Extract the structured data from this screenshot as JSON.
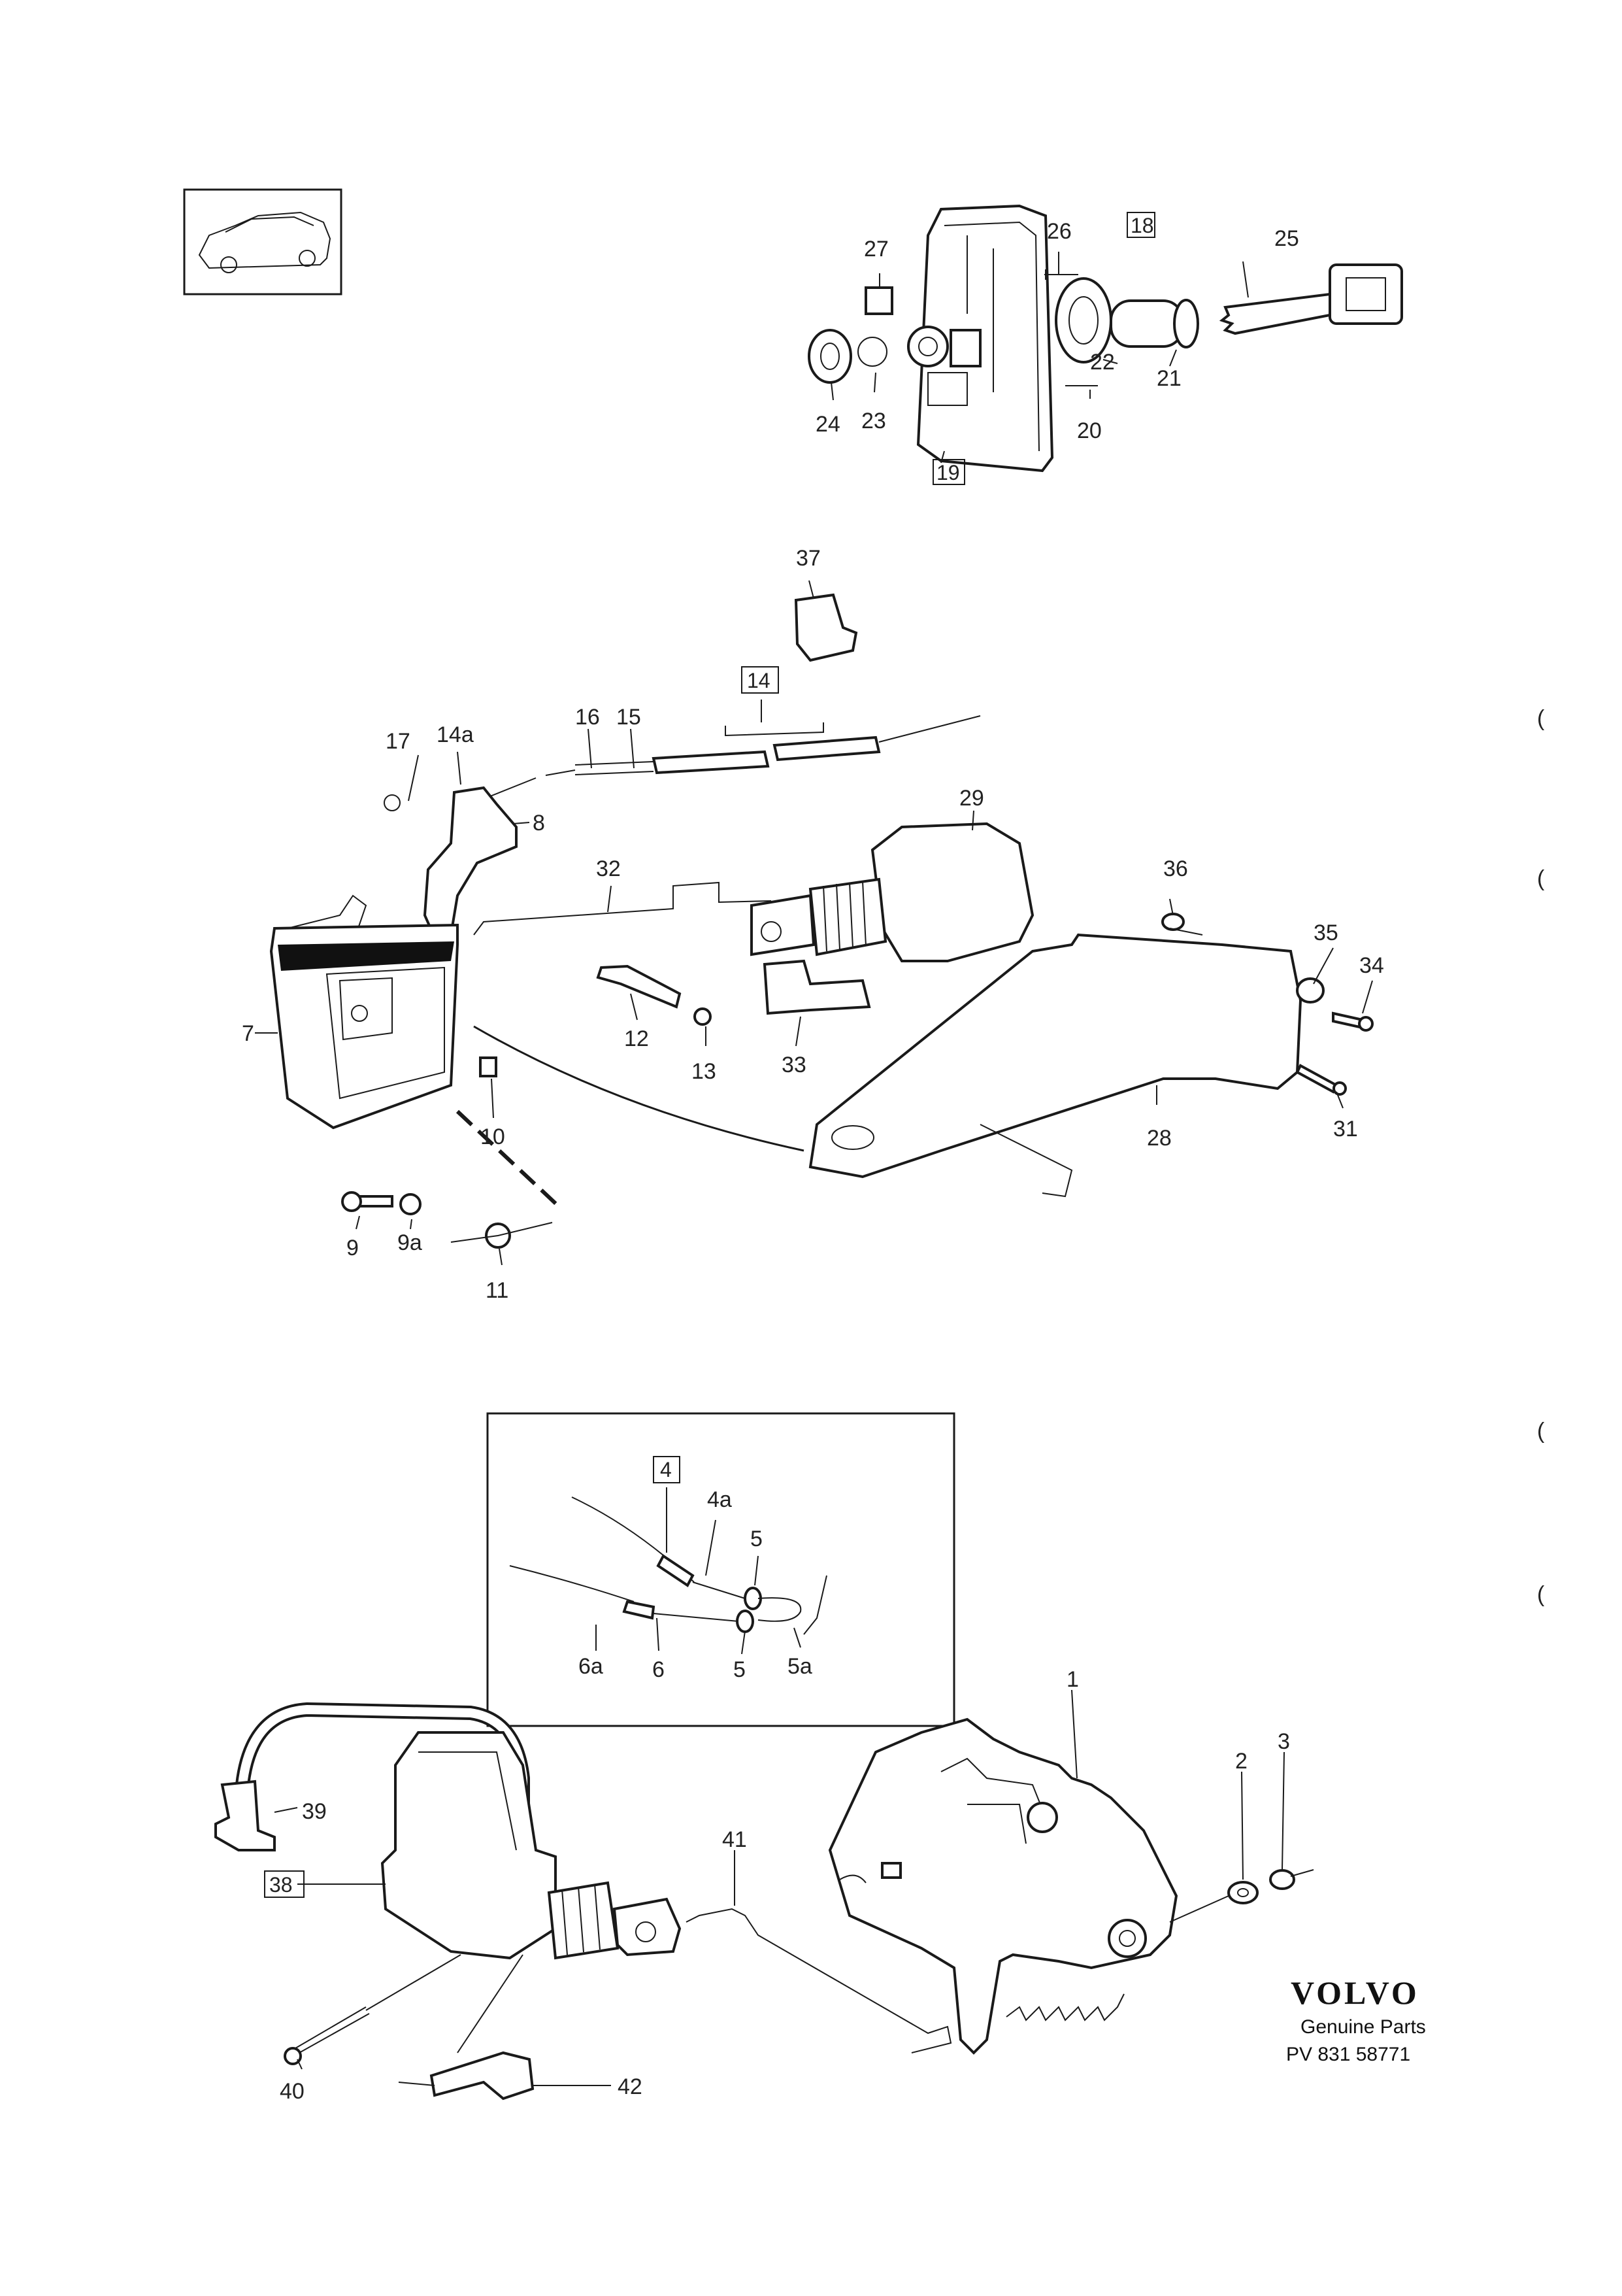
{
  "brand": {
    "name": "VOLVO",
    "subtitle": "Genuine Parts",
    "code": "PV 831  58771"
  },
  "labels": {
    "p1": "1",
    "p2": "2",
    "p3": "3",
    "p4": "4",
    "p4a": "4a",
    "p5a_top": "5",
    "p5_bottom": "5",
    "p5a": "5a",
    "p6": "6",
    "p6a": "6a",
    "p7": "7",
    "p8": "8",
    "p9": "9",
    "p9a": "9a",
    "p10": "10",
    "p11": "11",
    "p12": "12",
    "p13": "13",
    "p14": "14",
    "p14a": "14a",
    "p15": "15",
    "p16": "16",
    "p17": "17",
    "p18": "18",
    "p19": "19",
    "p20": "20",
    "p21": "21",
    "p22": "22",
    "p23": "23",
    "p24": "24",
    "p25": "25",
    "p26": "26",
    "p27": "27",
    "p28": "28",
    "p29": "29",
    "p31": "31",
    "p32": "32",
    "p33": "33",
    "p34": "34",
    "p35": "35",
    "p36": "36",
    "p37": "37",
    "p38": "38",
    "p39": "39",
    "p40": "40",
    "p41": "41",
    "p42": "42"
  },
  "margin_marks": [
    "(",
    "(",
    "(",
    "("
  ]
}
